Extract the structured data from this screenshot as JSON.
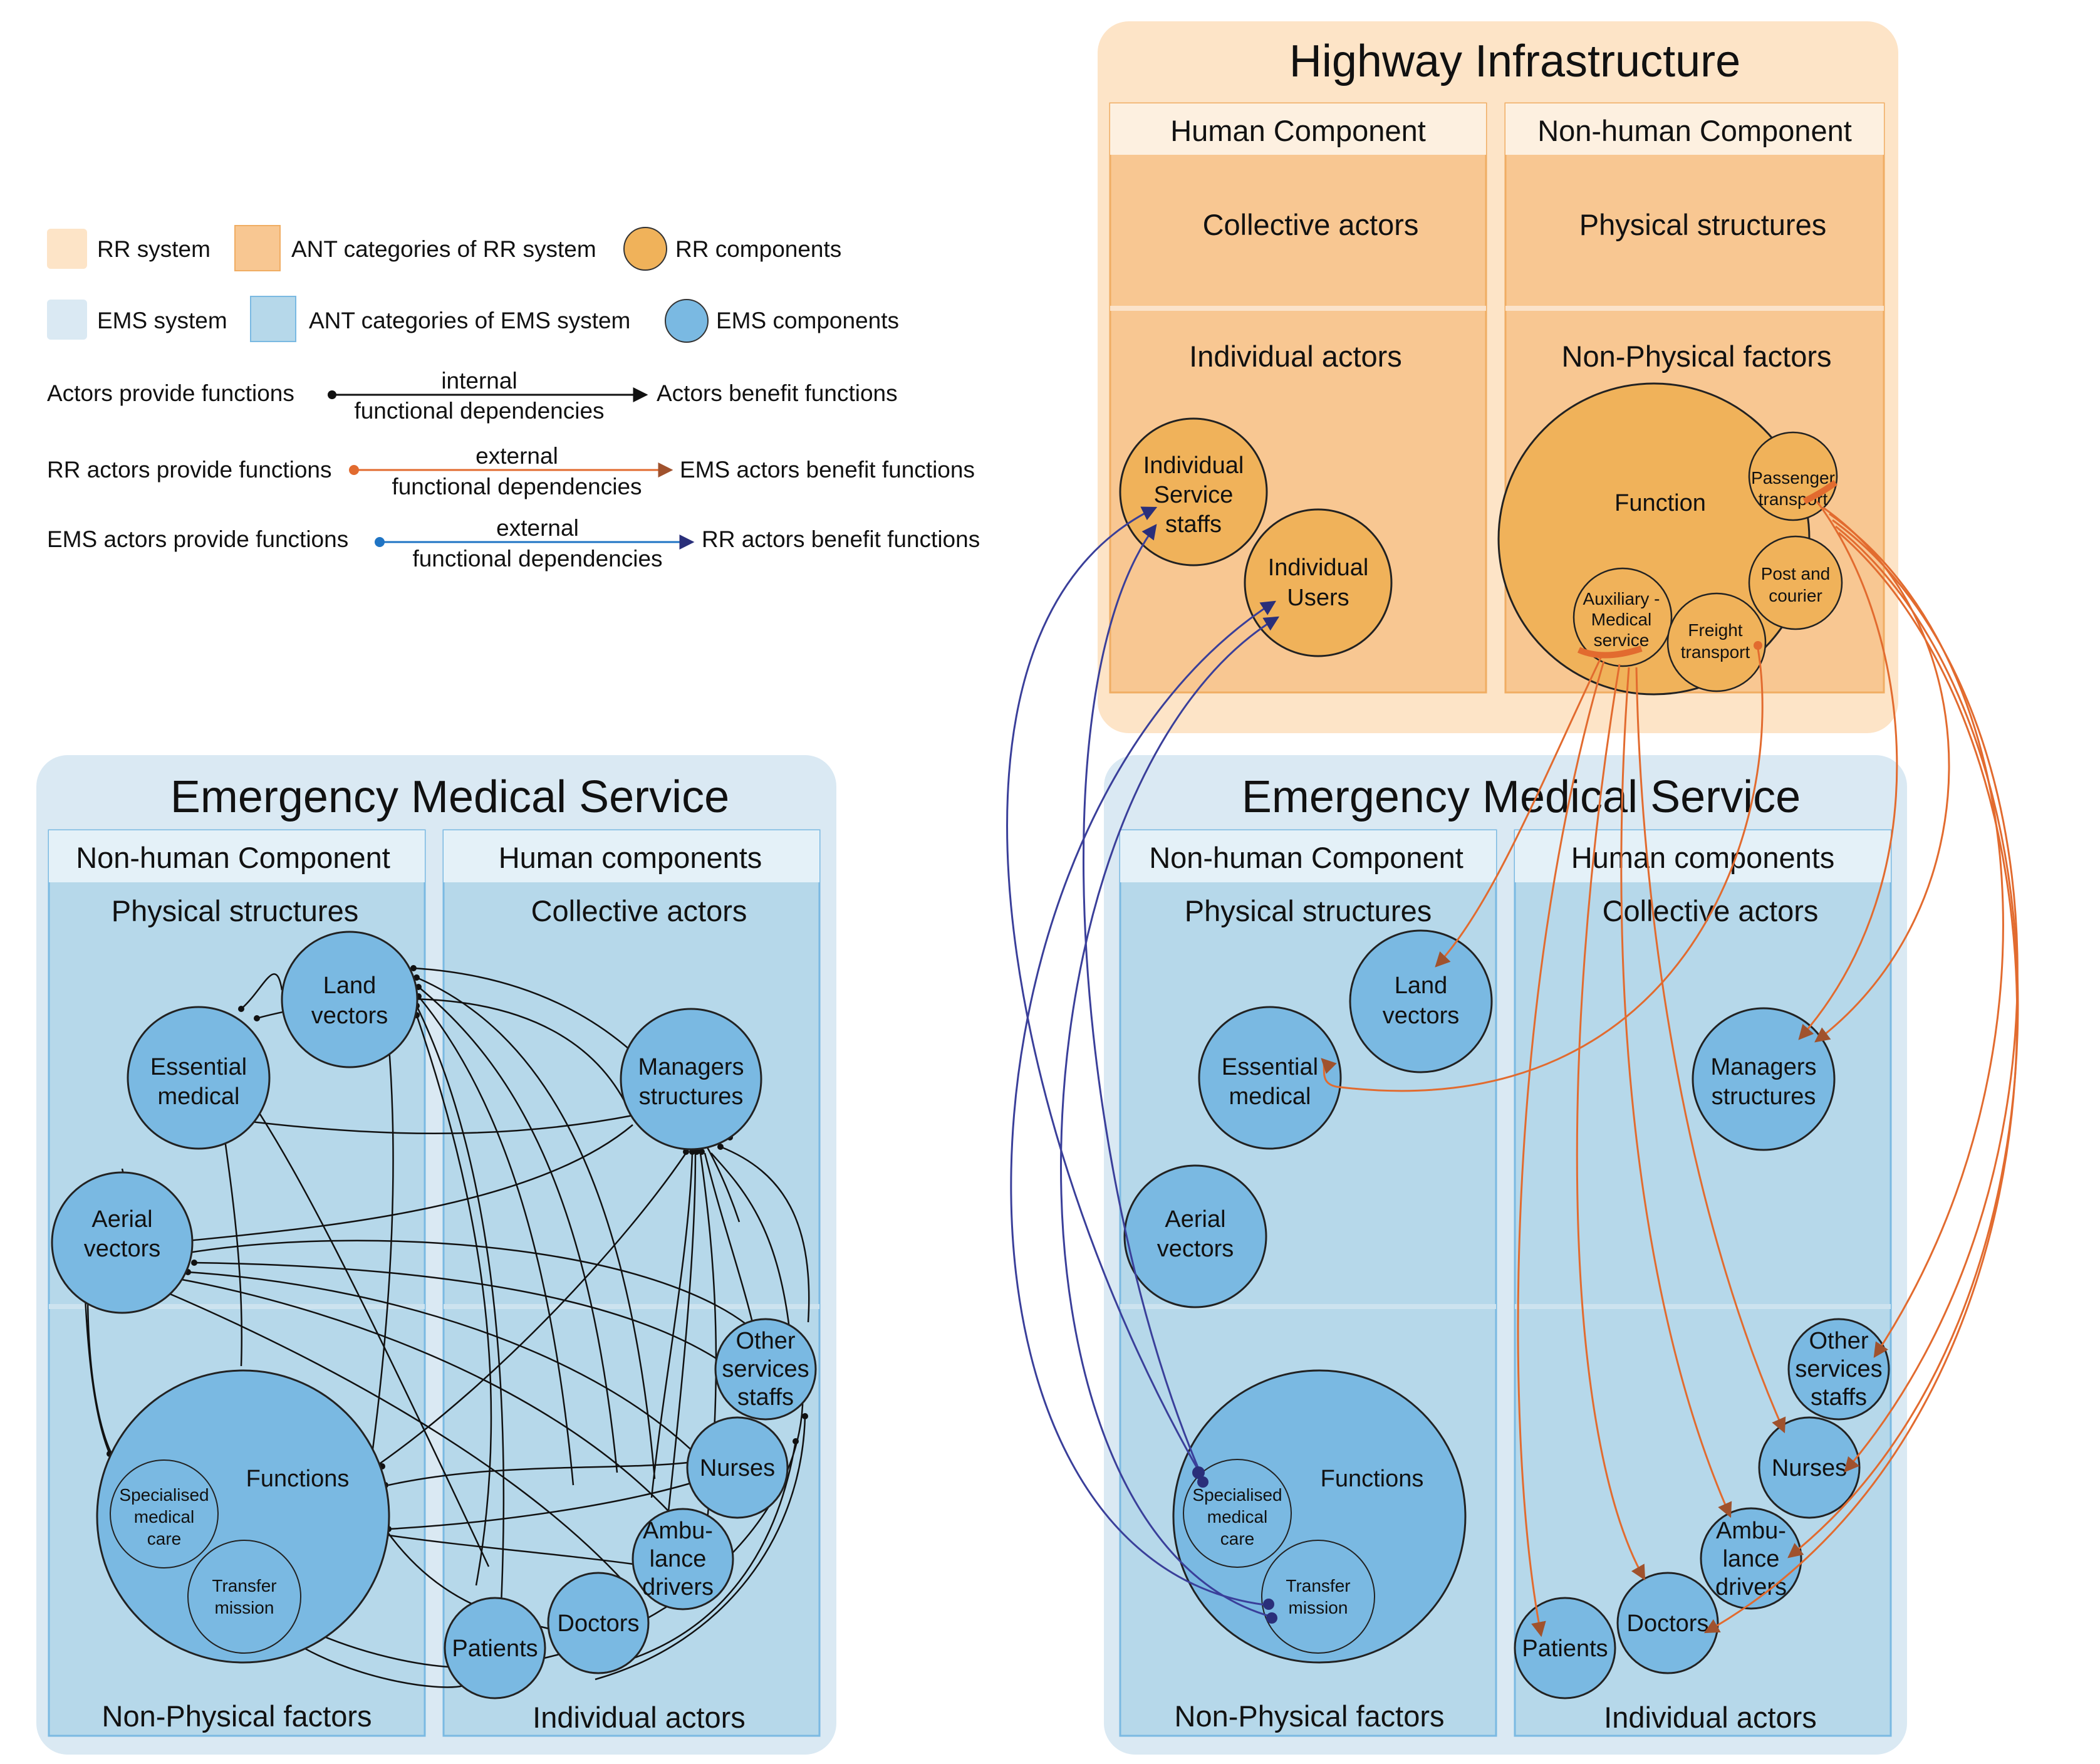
{
  "colors": {
    "rr_system": "#fde4c7",
    "rr_category": "#f8c792",
    "rr_category_header": "#fdf0e0",
    "rr_component": "#f0b25a",
    "ems_system": "#dae9f3",
    "ems_category": "#b6d8ea",
    "ems_category_header": "#e4f1f8",
    "ems_component": "#7ab9e2",
    "internal_link": "#111111",
    "rr_to_ems_link": "#e26b2f",
    "ems_to_rr_link": "#3a3f9a"
  },
  "legend": {
    "rr_system": "RR system",
    "ant_rr": "ANT categories of RR system",
    "rr_components": "RR components",
    "ems_system": "EMS system",
    "ant_ems": "ANT categories of EMS system",
    "ems_components": "EMS components",
    "internal_left": "Actors provide functions",
    "internal_top": "internal",
    "internal_bottom": "functional dependencies",
    "internal_right": "Actors benefit functions",
    "rr_ext_left": "RR actors provide functions",
    "rr_ext_top": "external",
    "rr_ext_bottom": "functional dependencies",
    "rr_ext_right": "EMS actors benefit functions",
    "ems_ext_left": "EMS actors provide functions",
    "ems_ext_top": "external",
    "ems_ext_bottom": "functional dependencies",
    "ems_ext_right": "RR actors benefit functions"
  },
  "highway": {
    "title": "Highway Infrastructure",
    "human_header": "Human Component",
    "nonhuman_header": "Non-human Component",
    "collective": "Collective actors",
    "physical": "Physical structures",
    "individual": "Individual actors",
    "nonphysical": "Non-Physical factors",
    "staff": [
      "Individual",
      "Service",
      "staffs"
    ],
    "users": [
      "Individual",
      "Users"
    ],
    "function": "Function",
    "passenger": [
      "Passenger",
      "transport"
    ],
    "post": [
      "Post and",
      "courier"
    ],
    "auxiliary": [
      "Auxiliary -",
      "Medical",
      "service"
    ],
    "freight": [
      "Freight",
      "transport"
    ]
  },
  "ems_left": {
    "title": "Emergency Medical Service",
    "nonhuman_header": "Non-human Component",
    "human_header": "Human components",
    "physical": "Physical structures",
    "collective": "Collective actors",
    "nonphysical": "Non-Physical factors",
    "individual": "Individual actors",
    "land": [
      "Land",
      "vectors"
    ],
    "essential": [
      "Essential",
      "medical"
    ],
    "aerial": [
      "Aerial",
      "vectors"
    ],
    "managers": [
      "Managers",
      "structures"
    ],
    "functions": "Functions",
    "specialised": [
      "Specialised",
      "medical",
      "care"
    ],
    "transfer": [
      "Transfer",
      "mission"
    ],
    "other": [
      "Other",
      "services",
      "staffs"
    ],
    "nurses": "Nurses",
    "ambu": [
      "Ambu-",
      "lance",
      "drivers"
    ],
    "doctors": "Doctors",
    "patients": "Patients"
  },
  "ems_right": {
    "title": "Emergency Medical Service",
    "nonhuman_header": "Non-human Component",
    "human_header": "Human components",
    "physical": "Physical structures",
    "collective": "Collective actors",
    "nonphysical": "Non-Physical factors",
    "individual": "Individual actors",
    "land": [
      "Land",
      "vectors"
    ],
    "essential": [
      "Essential",
      "medical"
    ],
    "aerial": [
      "Aerial",
      "vectors"
    ],
    "managers": [
      "Managers",
      "structures"
    ],
    "functions": "Functions",
    "specialised": [
      "Specialised",
      "medical",
      "care"
    ],
    "transfer": [
      "Transfer",
      "mission"
    ],
    "other": [
      "Other",
      "services",
      "staffs"
    ],
    "nurses": "Nurses",
    "ambu": [
      "Ambu-",
      "lance",
      "drivers"
    ],
    "doctors": "Doctors",
    "patients": "Patients"
  }
}
